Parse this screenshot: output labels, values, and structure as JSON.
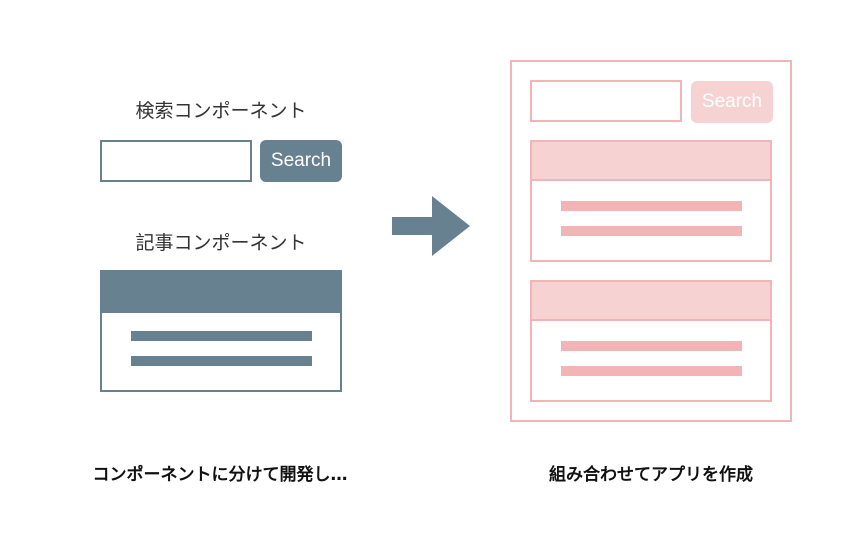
{
  "left": {
    "search_component_label": "検索コンポーネント",
    "search_button_label": "Search",
    "search_input_value": "",
    "article_component_label": "記事コンポーネント",
    "caption": "コンポーネントに分けて開発し…"
  },
  "right": {
    "search_button_label": "Search",
    "search_input_value": "",
    "caption": "組み合わせてアプリを作成"
  },
  "colors": {
    "left_primary": "#688191",
    "right_border": "#f2b5b7",
    "right_fill": "#f7d2d2",
    "right_bar": "#f2b4b4",
    "arrow": "#688191"
  },
  "icons": {
    "transition_arrow": "right-arrow-icon"
  }
}
